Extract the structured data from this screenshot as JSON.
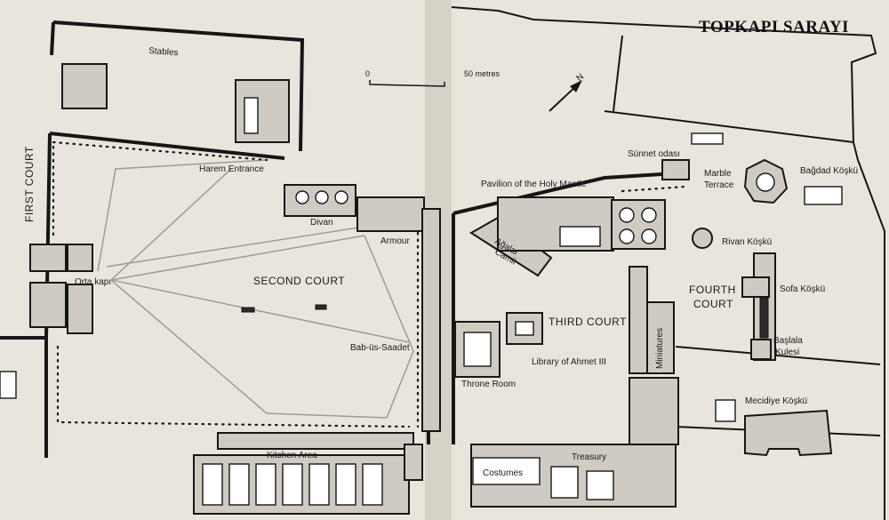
{
  "title": "TOPKAPI SARAYI",
  "scale": {
    "start": "0",
    "end": "50 metres"
  },
  "north_letter": "N",
  "courts": {
    "first": "FIRST COURT",
    "second": "SECOND COURT",
    "third": "THIRD COURT",
    "fourth_line1": "FOURTH",
    "fourth_line2": "COURT"
  },
  "labels": {
    "stables": "Stables",
    "harem_entrance": "Harem Entrance",
    "divan": "Divan",
    "armour": "Armour",
    "orta_kapi": "Orta kapı",
    "bab_us_saadet": "Bab-üs-Saadet",
    "kitchen_area": "Kitchen Area",
    "pavilion": "Pavilion of the Holy Mantle",
    "agalar_camii_1": "Ağalar",
    "agalar_camii_2": "Camii",
    "sunnet_odasi": "Sünnet odası",
    "marble_terrace_1": "Marble",
    "marble_terrace_2": "Terrace",
    "bagdad_kosku": "Bağdad Köşkü",
    "rivan_kosku": "Rivan Köşkü",
    "sofa_kosku": "Sofa Köşkü",
    "baslala_1": "Başlala",
    "baslala_2": "Kulesi",
    "miniatures": "Miniatures",
    "library": "Library of Ahmet III",
    "throne_room": "Throne Room",
    "mecidiye_kosku": "Mecidiye Köşkü",
    "treasury": "Treasury",
    "costumes": "Costumes"
  }
}
